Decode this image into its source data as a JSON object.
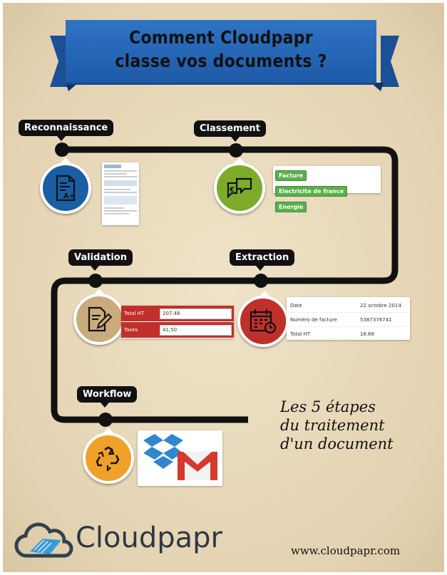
{
  "title": {
    "line1": "Comment Cloudpapr",
    "line2": "classe vos documents ?"
  },
  "steps": {
    "reconnaissance": "Reconnaissance",
    "classement": "Classement",
    "validation": "Validation",
    "extraction": "Extraction",
    "workflow": "Workflow"
  },
  "tags": [
    "Facture",
    "Electricite de france",
    "Energie"
  ],
  "validation_form": {
    "rows": [
      {
        "label": "Total HT",
        "value": "207.48"
      },
      {
        "label": "Taxes",
        "value": "41,50"
      }
    ]
  },
  "extraction_table": {
    "rows": [
      {
        "key": "Date",
        "value": "22 octobre 2014"
      },
      {
        "key": "Numéro de facture",
        "value": "5387376741"
      },
      {
        "key": "Total HT",
        "value": "16.66"
      }
    ]
  },
  "tagline": {
    "line1": "Les 5 étapes",
    "line2": "du traitement",
    "line3": "d'un document"
  },
  "brand": {
    "name": "Cloudpapr",
    "url": "www.cloudpapr.com"
  },
  "colors": {
    "banner": "#2f74c4",
    "reconnaissance": "#1a5ea3",
    "classement": "#7cac2a",
    "validation": "#c9ab7c",
    "extraction": "#c0302b",
    "workflow": "#f0a12a",
    "track": "#111111"
  },
  "icons": {
    "reconnaissance": "document-grade-icon",
    "classement": "speech-bubbles-euro-icon",
    "validation": "document-pen-icon",
    "extraction": "calendar-clock-icon",
    "workflow": "recycle-icon"
  }
}
